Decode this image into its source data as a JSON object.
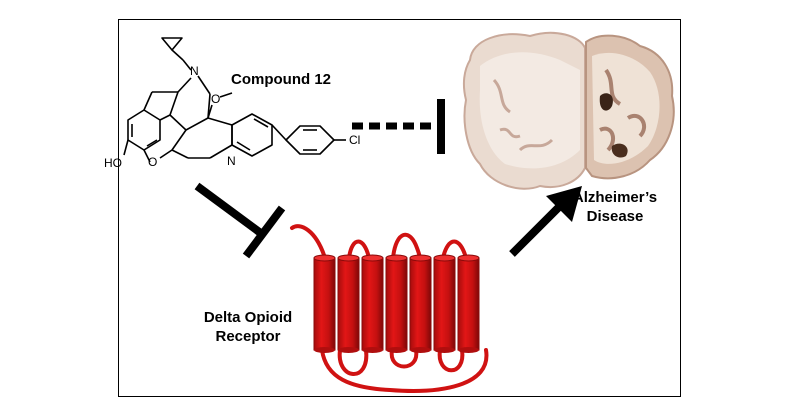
{
  "diagram": {
    "compound_label": "Compound 12",
    "disease_label_line1": "Alzheimer’s",
    "disease_label_line2": "Disease",
    "receptor_label_line1": "Delta Opioid",
    "receptor_label_line2": "Receptor"
  },
  "molecule_atoms": {
    "n_top": "N",
    "o_methoxy": "O",
    "o_ring": "O",
    "n_pyridine": "N",
    "hydroxyl": "HO",
    "chloro": "Cl"
  },
  "colors": {
    "receptor_red": "#d01212",
    "receptor_dark": "#8a0a0a",
    "arrow_black": "#000000",
    "brain_tissue": "#e8d4c8"
  },
  "receptor": {
    "helix_count": 7
  }
}
